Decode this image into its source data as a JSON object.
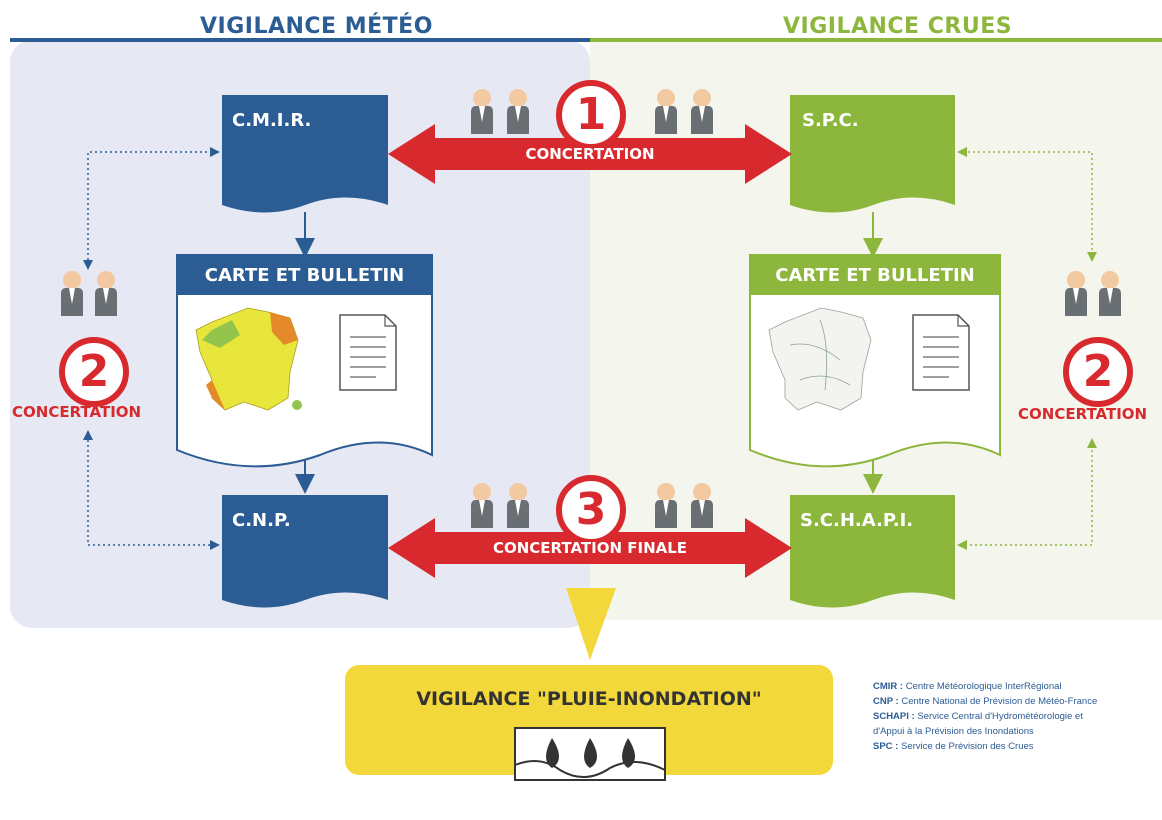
{
  "headers": {
    "left": "VIGILANCE MÉTÉO",
    "right": "VIGILANCE CRUES"
  },
  "boxes": {
    "cmir": "C.M.I.R.",
    "spc": "S.P.C.",
    "cnp": "C.N.P.",
    "schapi": "S.C.H.A.P.I."
  },
  "documents": {
    "left_title": "CARTE ET BULLETIN",
    "right_title": "CARTE ET BULLETIN"
  },
  "concertations": {
    "step1_number": "1",
    "step1_label": "CONCERTATION",
    "step2_number": "2",
    "step2_label": "CONCERTATION",
    "step3_number": "3",
    "step3_label": "CONCERTATION FINALE"
  },
  "output": {
    "label": "VIGILANCE \"PLUIE-INONDATION\""
  },
  "legend": [
    {
      "abbr": "CMIR :",
      "text": "Centre Météorologique InterRégional"
    },
    {
      "abbr": "CNP :",
      "text": "Centre National de Prévision de Météo-France"
    },
    {
      "abbr": "SCHAPI :",
      "text": "Service Central d'Hydrométéorologie et"
    },
    {
      "abbr": "",
      "text": "d'Appui à la Prévision des Inondations"
    },
    {
      "abbr": "SPC :",
      "text": "Service de Prévision des Crues"
    }
  ],
  "colors": {
    "meteo_blue": "#2b5c94",
    "crues_green": "#8db63c",
    "concertation_red": "#d82a2e",
    "output_yellow": "#f2d83a",
    "left_bg": "#e6e8f3",
    "right_bg": "#f4f5ec"
  },
  "icons": [
    "people-pair-icon",
    "rain-drops-icon",
    "document-icon",
    "france-map-icon"
  ]
}
